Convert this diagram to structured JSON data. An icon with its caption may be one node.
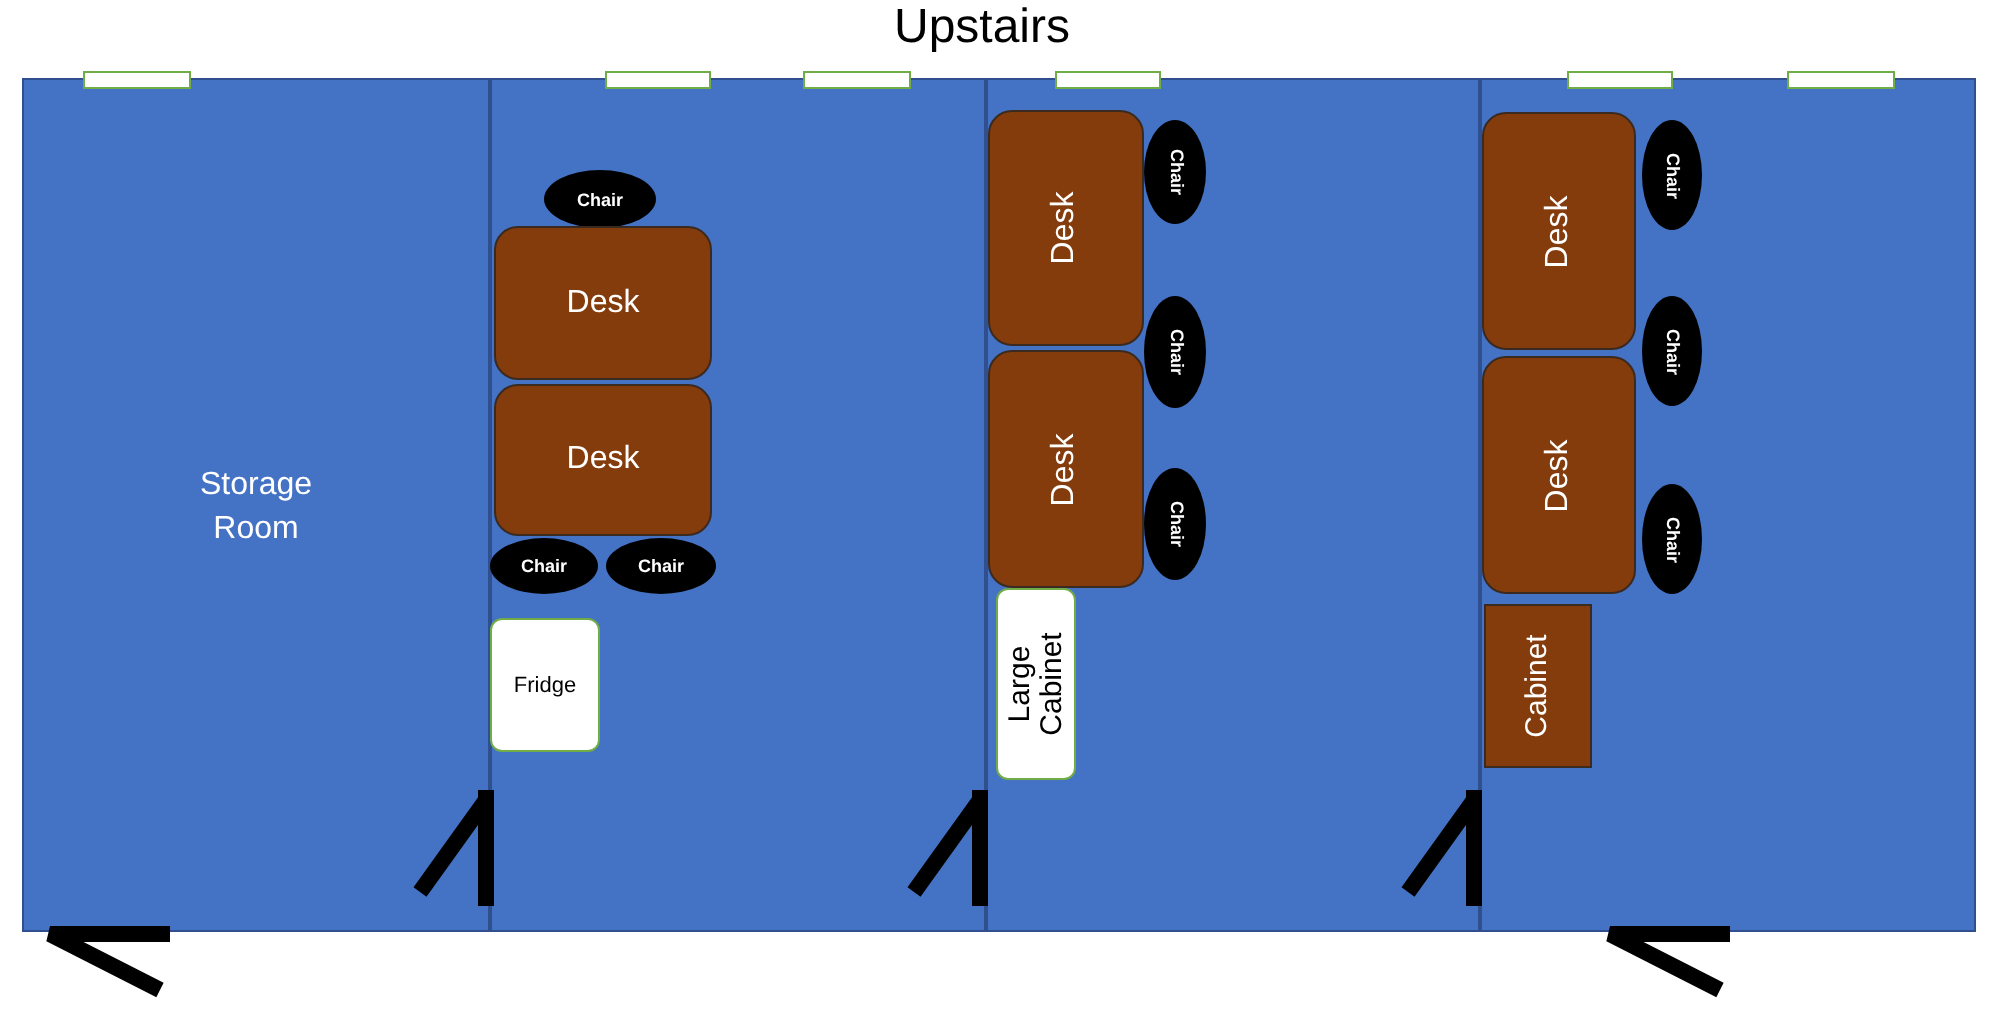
{
  "diagram": {
    "title": "Upstairs",
    "nodes": [
      {
        "text": [
          "Storage Room"
        ]
      },
      {
        "text": [],
        "shape": "box"
      },
      {
        "text": [
          "Chair"
        ],
        "in": 1
      },
      {
        "text": [
          "Desk"
        ],
        "in": 1
      },
      {
        "text": [
          "Desk"
        ],
        "in": 1
      },
      {
        "text": [
          "Chair"
        ],
        "in": 1
      },
      {
        "text": [
          "Chair"
        ],
        "in": 1
      },
      {
        "text": [
          "Fridge"
        ],
        "in": 1
      },
      {
        "text": [],
        "shape": "box"
      },
      {
        "text": [
          "Desk"
        ],
        "in": 8
      },
      {
        "text": [
          "Chair"
        ],
        "in": 8
      },
      {
        "text": [
          "Chair"
        ],
        "in": 8
      },
      {
        "text": [
          "Desk"
        ],
        "in": 8
      },
      {
        "text": [
          "Chair"
        ],
        "in": 8
      },
      {
        "text": [
          "Large Cabinet"
        ],
        "in": 8
      },
      {
        "text": [],
        "shape": "box"
      },
      {
        "text": [
          "Desk"
        ],
        "in": 15
      },
      {
        "text": [
          "Chair"
        ],
        "in": 15
      },
      {
        "text": [
          "Chair"
        ],
        "in": 15
      },
      {
        "text": [
          "Desk"
        ],
        "in": 15
      },
      {
        "text": [
          "Chair"
        ],
        "in": 15
      },
      {
        "text": [
          "Cabinet"
        ],
        "in": 15
      }
    ]
  }
}
